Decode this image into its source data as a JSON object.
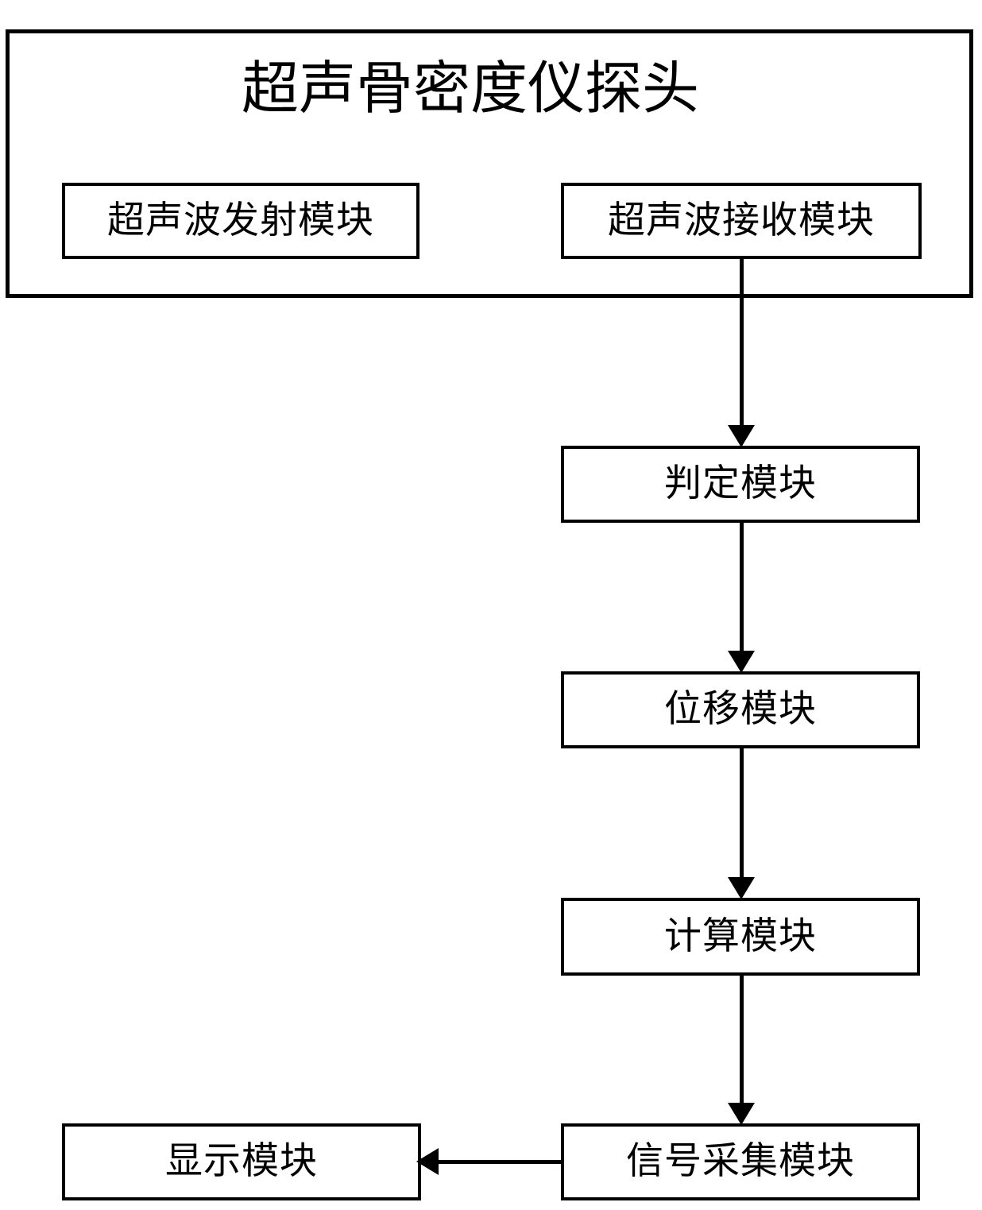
{
  "diagram": {
    "title": "超声骨密度仪探头",
    "container": {
      "name": "超声骨密度仪探头",
      "label": "超声骨密度仪探头"
    },
    "nodes": [
      {
        "id": "transmit",
        "label": "超声波发射模块"
      },
      {
        "id": "receive",
        "label": "超声波接收模块"
      },
      {
        "id": "decide",
        "label": "判定模块"
      },
      {
        "id": "displace",
        "label": "位移模块"
      },
      {
        "id": "calculate",
        "label": "计算模块"
      },
      {
        "id": "acquire",
        "label": "信号采集模块"
      },
      {
        "id": "display",
        "label": "显示模块"
      }
    ],
    "edges": [
      {
        "from": "receive",
        "to": "decide",
        "direction": "down"
      },
      {
        "from": "decide",
        "to": "displace",
        "direction": "down"
      },
      {
        "from": "displace",
        "to": "calculate",
        "direction": "down"
      },
      {
        "from": "calculate",
        "to": "acquire",
        "direction": "down"
      },
      {
        "from": "acquire",
        "to": "display",
        "direction": "left"
      }
    ],
    "colors": {
      "background": "#ffffff",
      "stroke": "#000000",
      "text": "#000000"
    }
  }
}
